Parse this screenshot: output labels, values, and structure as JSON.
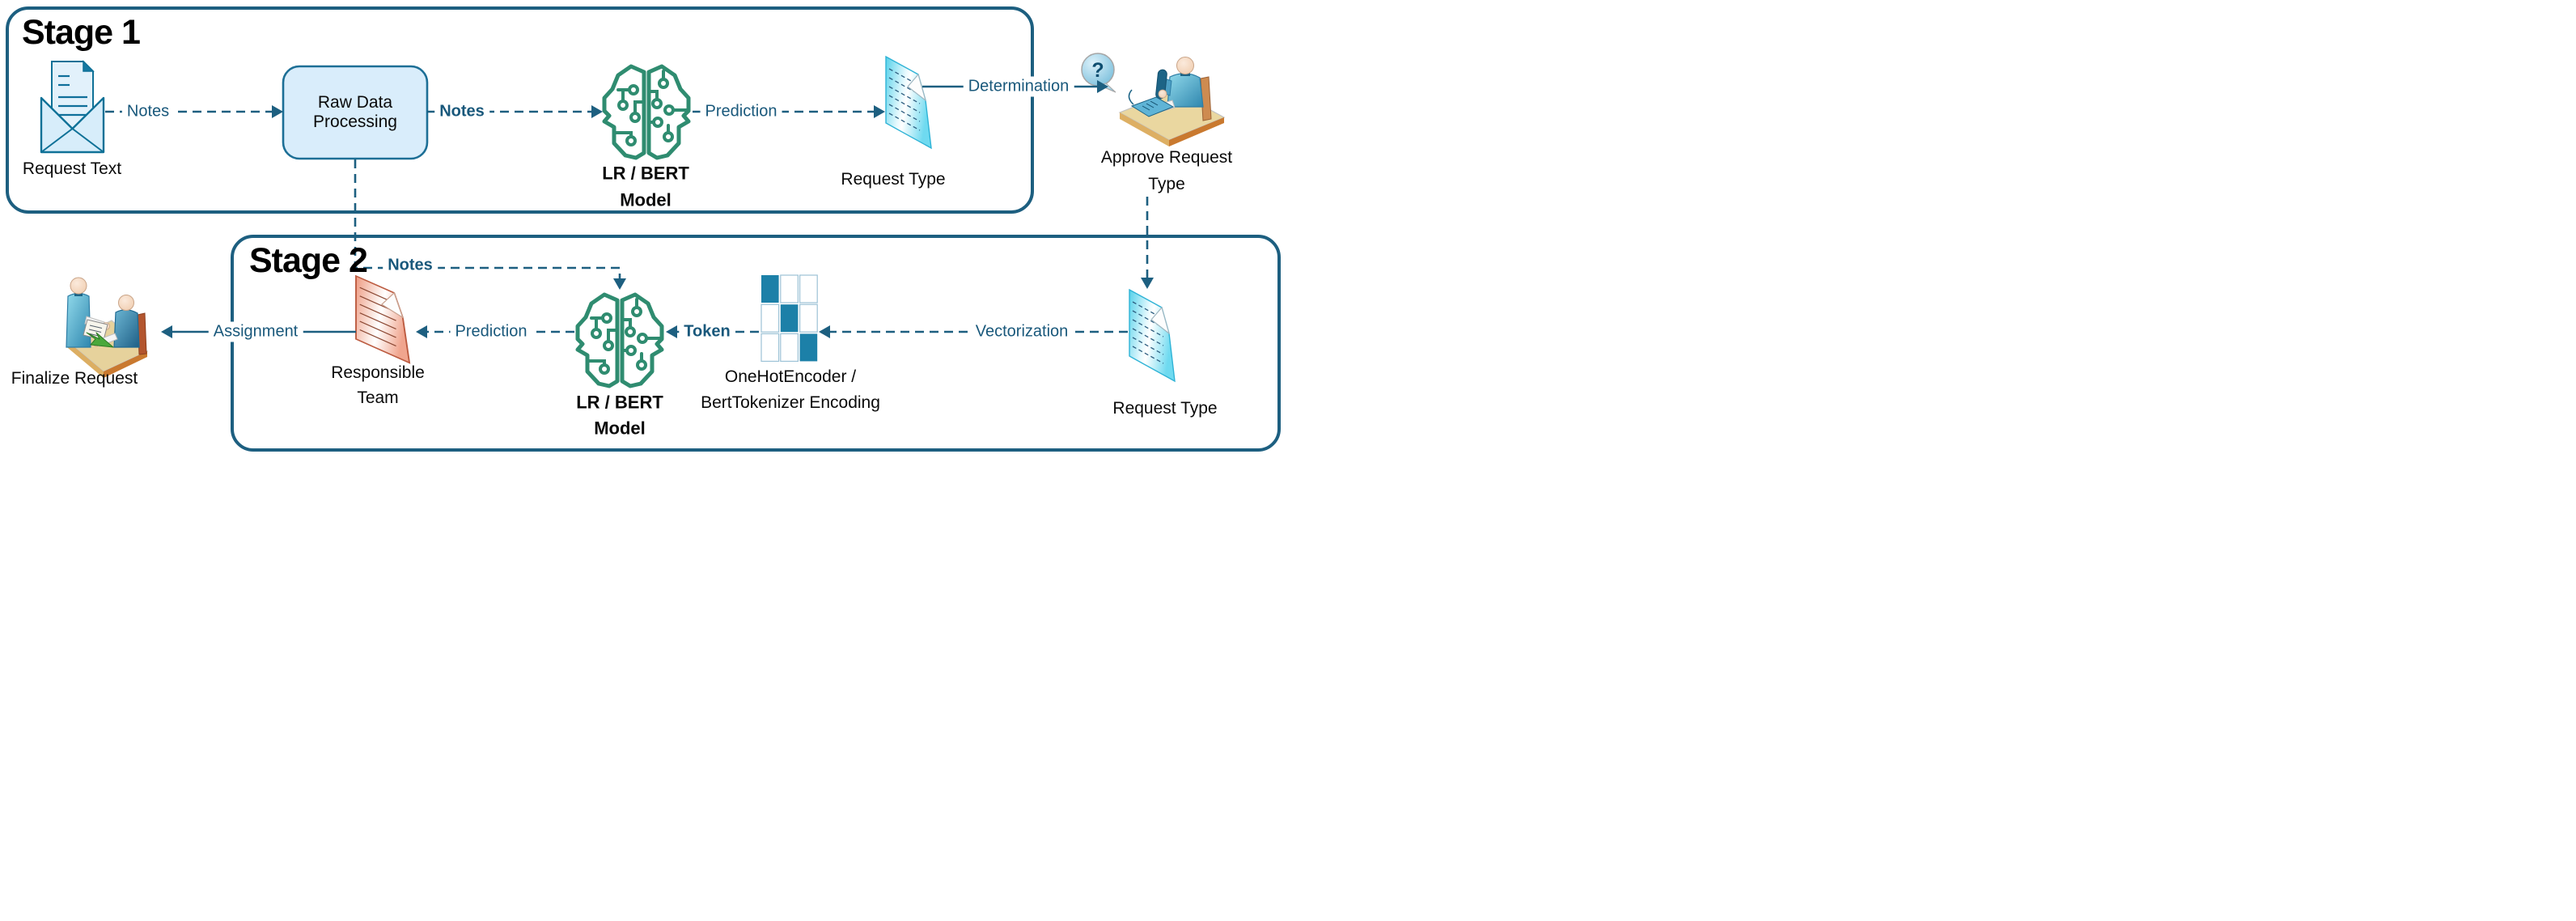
{
  "stage1": {
    "title": "Stage 1",
    "nodes": {
      "request_text": "Request Text",
      "raw_data_processing": [
        "Raw Data",
        "Processing"
      ],
      "model": [
        "LR / BERT",
        "Model"
      ],
      "request_type": "Request Type",
      "approve": [
        "Approve Request",
        "Type"
      ]
    },
    "edges": {
      "notes_input": "Notes",
      "notes_model": "Notes",
      "prediction": "Prediction",
      "determination": "Determination"
    }
  },
  "stage2": {
    "title": "Stage 2",
    "nodes": {
      "request_type": "Request Type",
      "encoder": [
        "OneHotEncoder /",
        "BertTokenizer Encoding"
      ],
      "model": [
        "LR / BERT",
        "Model"
      ],
      "responsible_team": [
        "Responsible",
        "Team"
      ],
      "finalize_request": "Finalize Request"
    },
    "edges": {
      "notes": "Notes",
      "vectorization": "Vectorization",
      "token": "Token",
      "prediction": "Prediction",
      "assignment": "Assignment"
    }
  },
  "icons": {
    "question_mark": "?"
  },
  "colors": {
    "accent": "#1D5F80",
    "label_teal": "#19587B",
    "model_green": "#2F8C70",
    "doc_cyan": "#55D1EA",
    "doc_red": "#EE9A81",
    "grid_blue": "#1C80A8",
    "process_fill": "#D9EDFB"
  }
}
